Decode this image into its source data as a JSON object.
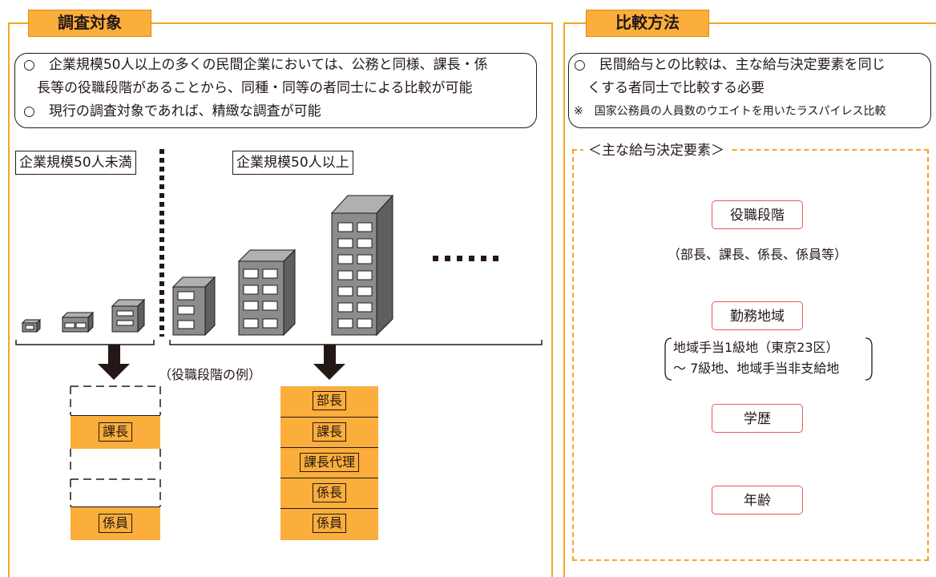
{
  "left_panel": {
    "tab": "調査対象",
    "notes": [
      "○　企業規模50人以上の多くの民間企業においては、公務と同様、課長・係",
      "　長等の役職段階があることから、同種・同等の者同士による比較が可能",
      "○　現行の調査対象であれば、精緻な調査が可能"
    ],
    "small_label": "企業規模50人未満",
    "large_label": "企業規模50人以上",
    "example_caption": "（役職段階の例）",
    "small_ranks": [
      "",
      "課長",
      "",
      "",
      "係員"
    ],
    "large_ranks": [
      "部長",
      "課長",
      "課長代理",
      "係長",
      "係員"
    ],
    "ellipsis": "……"
  },
  "right_panel": {
    "tab": "比較方法",
    "notes": [
      "○　民間給与との比較は、主な給与決定要素を同じ",
      "　くする者同士で比較する必要",
      "※　国家公務員の人員数のウエイトを用いたラスパイレス比較"
    ],
    "factors_heading": "＜主な給与決定要素＞",
    "factors": [
      {
        "name": "役職段階",
        "note": "（部長、課長、係長、係員等）"
      },
      {
        "name": "勤務地域",
        "note_lines": [
          "地域手当1級地（東京23区）",
          "～ 7級地、地域手当非支給地"
        ]
      },
      {
        "name": "学歴"
      },
      {
        "name": "年齢"
      }
    ]
  },
  "colors": {
    "accent": "#fbae3c",
    "border": "#f5a623",
    "factor_border": "#e8595e",
    "building": "#8c8c8c"
  }
}
